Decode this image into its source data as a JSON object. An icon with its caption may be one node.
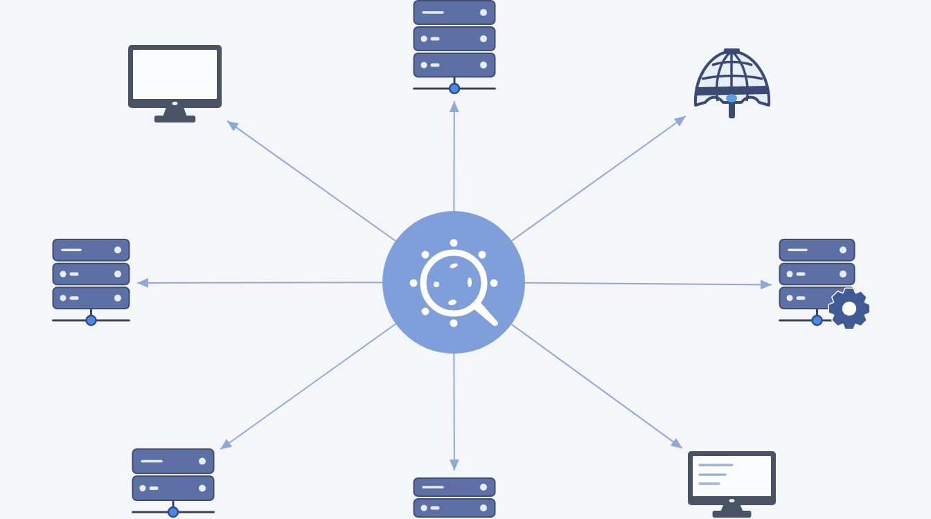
{
  "diagram": {
    "nodes": [
      {
        "text": [],
        "shape": "monitor"
      },
      {
        "text": [],
        "shape": "server"
      },
      {
        "text": [],
        "shape": "globe"
      },
      {
        "text": [],
        "shape": "server"
      },
      {
        "text": [],
        "shape": "circle"
      },
      {
        "text": [],
        "shape": "server"
      },
      {
        "text": [],
        "shape": "server"
      },
      {
        "text": [],
        "shape": "server"
      },
      {
        "text": [],
        "shape": "monitor"
      }
    ],
    "edges": [
      {
        "from": 4,
        "to": 0,
        "arrow": "to"
      },
      {
        "from": 4,
        "to": 1,
        "arrow": "to"
      },
      {
        "from": 4,
        "to": 2,
        "arrow": "to"
      },
      {
        "from": 4,
        "to": 3,
        "arrow": "to"
      },
      {
        "from": 4,
        "to": 5,
        "arrow": "to"
      },
      {
        "from": 4,
        "to": 6,
        "arrow": "to"
      },
      {
        "from": 4,
        "to": 7,
        "arrow": "to"
      },
      {
        "from": 4,
        "to": 8,
        "arrow": "to"
      }
    ]
  }
}
